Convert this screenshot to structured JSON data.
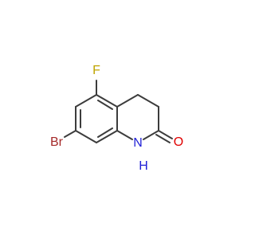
{
  "molecule": {
    "atoms": {
      "fluorine": {
        "label": "F",
        "color": "#bfa400"
      },
      "bromine": {
        "label": "Br",
        "color": "#a52a2a"
      },
      "nitrogen": {
        "label": "N",
        "color": "#1f1fd6"
      },
      "nitrogen_hydrogen": {
        "label": "H",
        "color": "#1f1fd6"
      },
      "oxygen": {
        "label": "O",
        "color": "#e00000"
      }
    },
    "bond_color": "#3c3c3c"
  }
}
